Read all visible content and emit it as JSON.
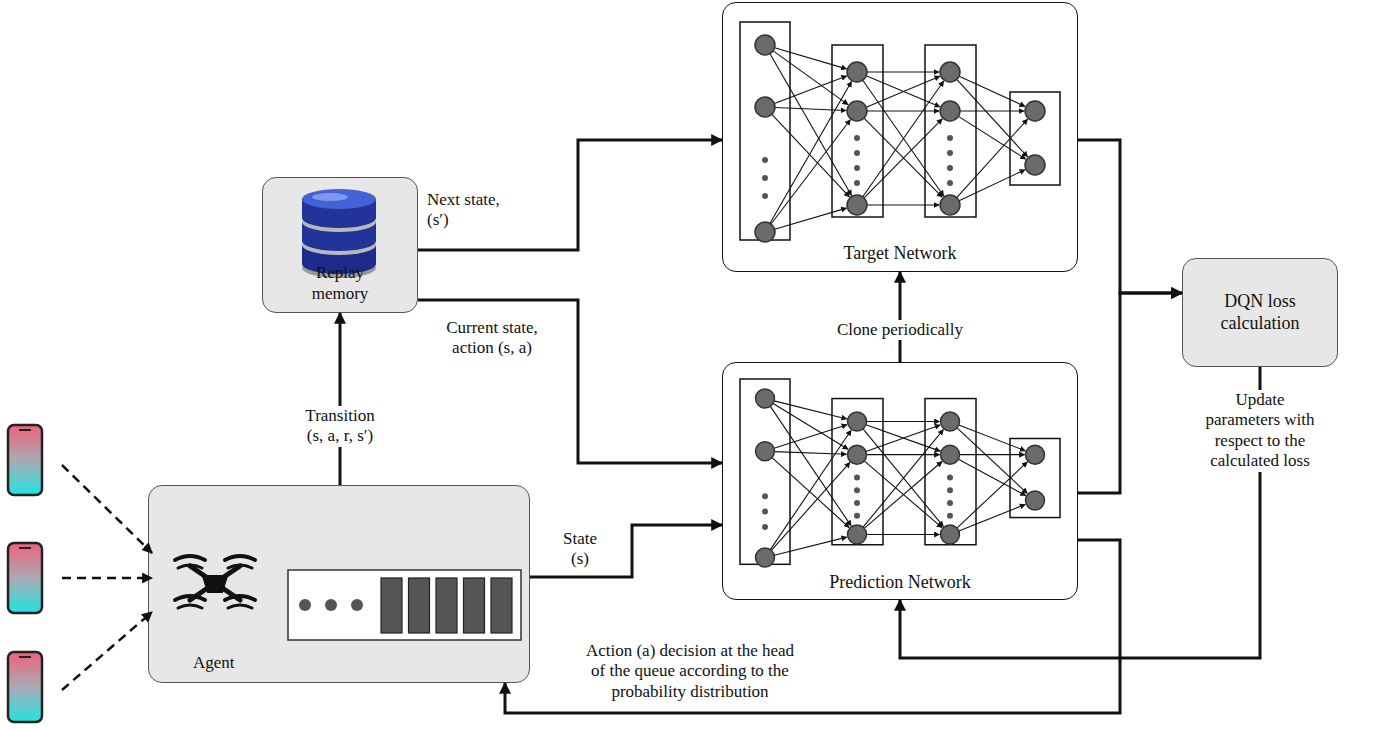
{
  "diagram": {
    "nodes": [
      {
        "text": [
          "Target Network"
        ]
      },
      {
        "text": [
          "Replay memory"
        ]
      },
      {
        "text": [
          "DQN loss calculation"
        ]
      },
      {
        "text": [
          "Prediction Network"
        ]
      },
      {
        "text": [
          "Agent"
        ]
      }
    ],
    "edges": [
      {
        "from": 4,
        "to": 1,
        "label": "Transition (s, a, r, s′)",
        "arrow": "to"
      },
      {
        "from": 1,
        "to": 0,
        "label": "Next state, (s′)",
        "arrow": "to"
      },
      {
        "from": 1,
        "to": 3,
        "label": "Current state, action (s, a)",
        "arrow": "to"
      },
      {
        "from": 4,
        "to": 3,
        "label": "State (s)",
        "arrow": "to"
      },
      {
        "from": 3,
        "to": 0,
        "label": "Clone periodically",
        "arrow": "to"
      },
      {
        "from": 0,
        "to": 2,
        "arrow": "to"
      },
      {
        "from": 3,
        "to": 2,
        "arrow": "to"
      },
      {
        "from": 2,
        "to": 3,
        "label": "Update parameters with respect to the calculated loss",
        "arrow": "to"
      },
      {
        "from": 3,
        "to": 4,
        "label": "Action (a) decision at the head of the queue according to the probability distribution",
        "arrow": "to"
      }
    ]
  }
}
